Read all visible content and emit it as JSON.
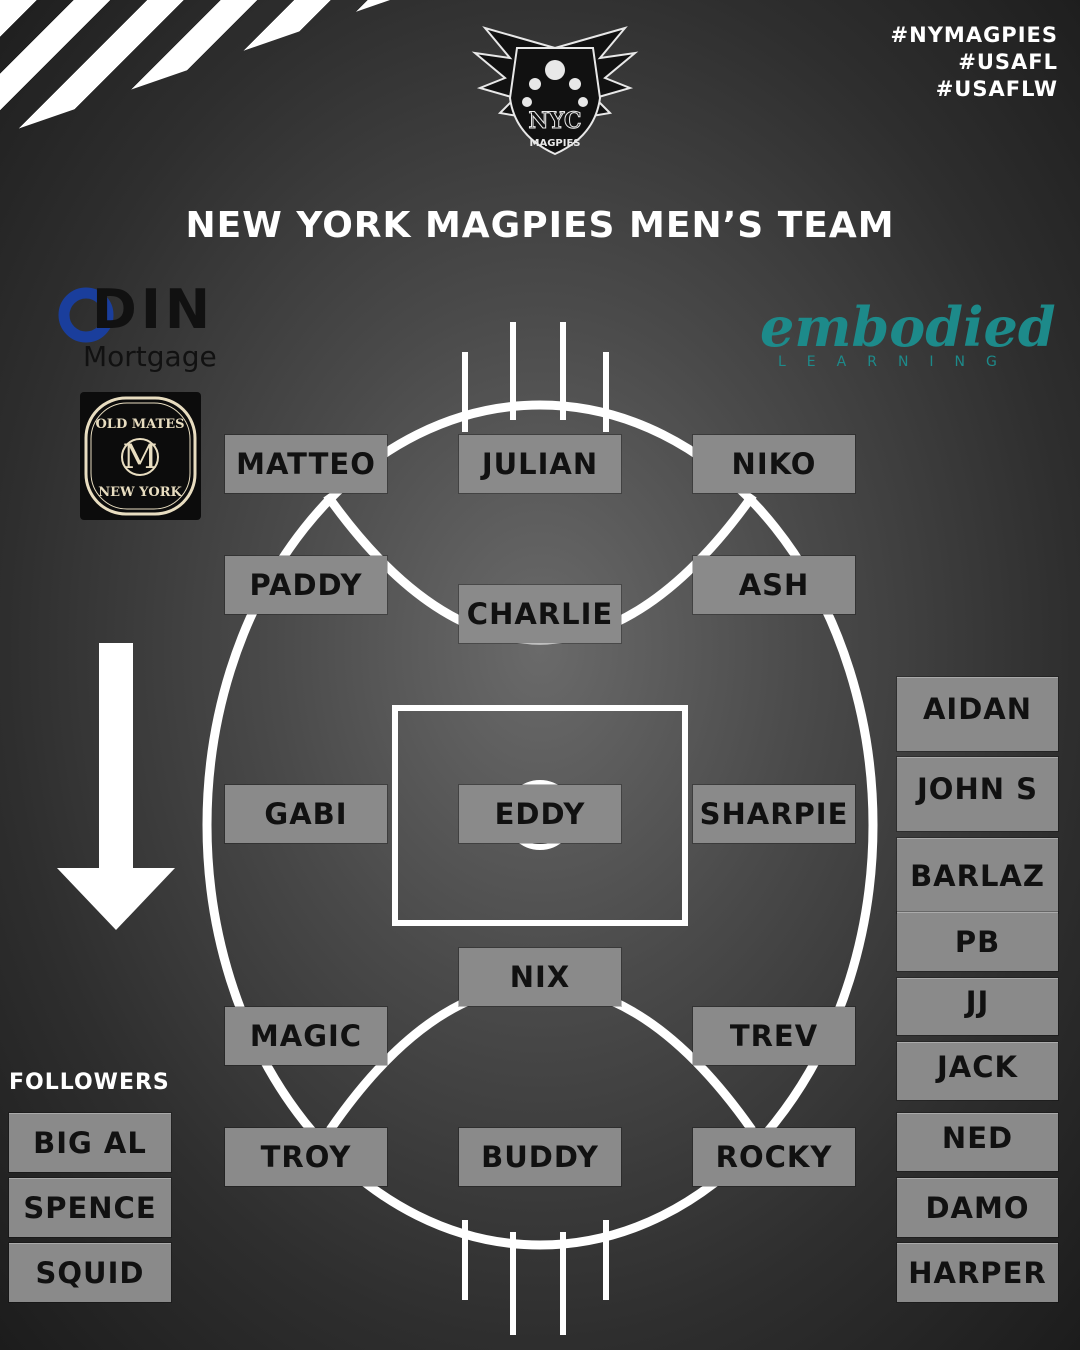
{
  "hashtags": [
    "#NYMAGPIES",
    "#USAFL",
    "#USAFLW"
  ],
  "title": "NEW YORK MAGPIES MEN’S TEAM",
  "logo": {
    "top": "NYC",
    "bottom": "MAGPIES"
  },
  "sponsors": {
    "odin": {
      "word": "DIN",
      "sub": "Mortgage",
      "color": "#1a3e9c"
    },
    "oldmates": {
      "top": "OLD MATES",
      "bottom": "NEW YORK"
    },
    "embodied": {
      "word": "embodied",
      "sub": "LEARNING",
      "color": "#1d8a8a"
    }
  },
  "positions": {
    "matteo": "MATTEO",
    "julian": "JULIAN",
    "niko": "NIKO",
    "paddy": "PADDY",
    "charlie": "CHARLIE",
    "ash": "ASH",
    "gabi": "GABI",
    "eddy": "EDDY",
    "sharpie": "SHARPIE",
    "nix": "NIX",
    "magic": "MAGIC",
    "trev": "TREV",
    "troy": "TROY",
    "buddy": "BUDDY",
    "rocky": "ROCKY"
  },
  "followers": {
    "label": "FOLLOWERS",
    "players": [
      "BIG AL",
      "SPENCE",
      "SQUID"
    ]
  },
  "interchange": [
    "AIDAN",
    "JOHN S",
    "BARLAZ",
    "PB",
    "JJ",
    "JACK",
    "NED",
    "DAMO",
    "HARPER"
  ],
  "colors": {
    "box": "#8a8a8a",
    "line": "#ffffff",
    "accent": "#1d8a8a"
  }
}
